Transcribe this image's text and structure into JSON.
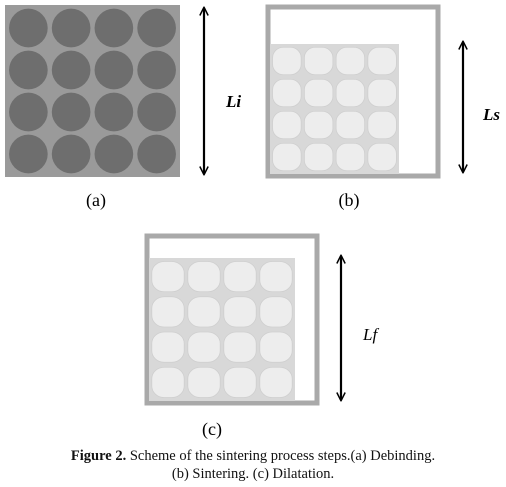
{
  "panels": [
    {
      "id": "a",
      "sublabel": "(a)",
      "dimension_label": "Li"
    },
    {
      "id": "b",
      "sublabel": "(b)",
      "dimension_label": "Ls"
    },
    {
      "id": "c",
      "sublabel": "(c)",
      "dimension_label": "Lf"
    }
  ],
  "particle_grid": {
    "rows": 4,
    "cols": 4
  },
  "colors": {
    "debinding_background": "#9a9a9a",
    "debinding_particle": "#6e6e6e",
    "sintered_particle": "#ededed",
    "sintered_background": "#d8d8d8",
    "frame": "#a9a9a9",
    "arrow": "#000000"
  },
  "caption": {
    "figure_label": "Figure 2.",
    "text_line1": " Scheme of the sintering process steps.(a) Debinding.",
    "text_line2": "(b) Sintering. (c) Dilatation."
  }
}
